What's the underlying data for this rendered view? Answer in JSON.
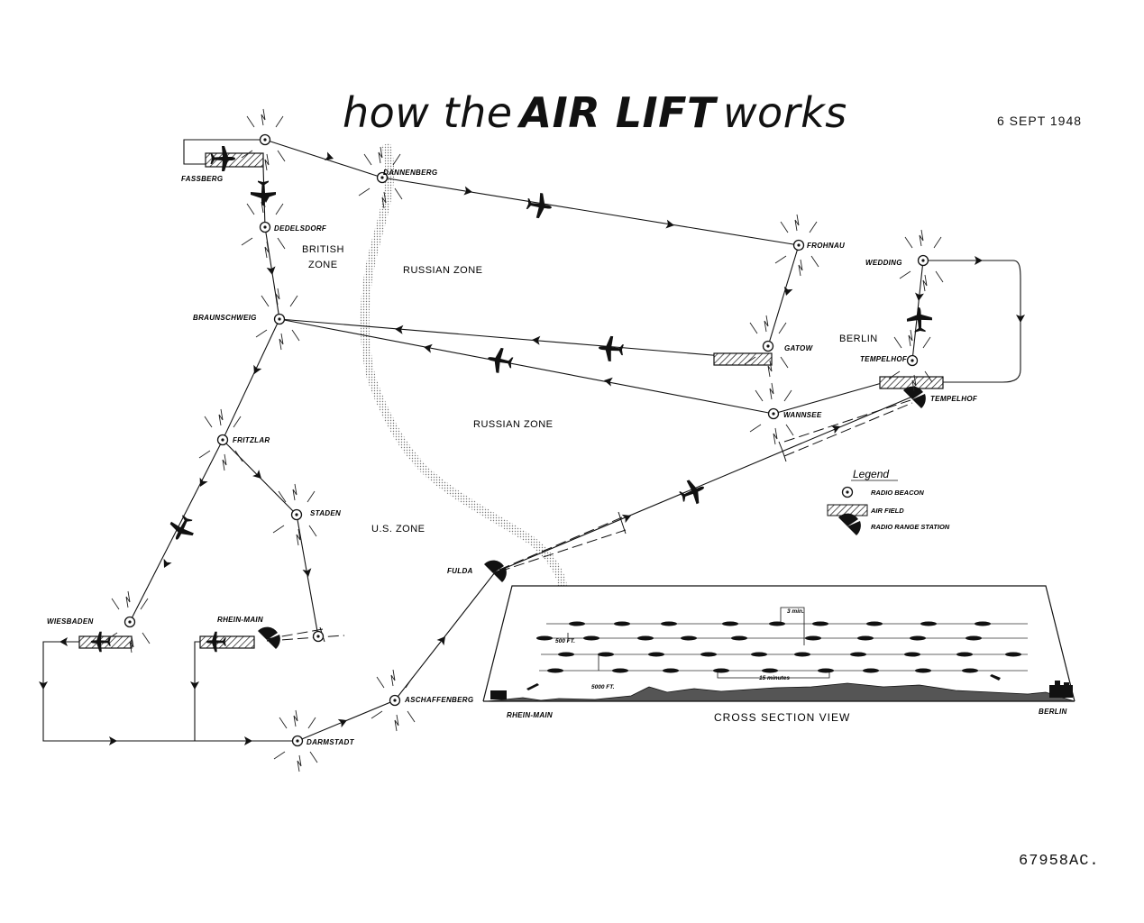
{
  "title": {
    "prefix": "how the",
    "emphasis": "AIR LIFT",
    "suffix": "works"
  },
  "date": "6 SEPT 1948",
  "reference": "67958AC.",
  "zones": {
    "british": [
      "BRITISH",
      "ZONE"
    ],
    "russian_north": "RUSSIAN ZONE",
    "russian_south": "RUSSIAN ZONE",
    "us": "U.S. ZONE",
    "berlin": "BERLIN"
  },
  "beacons": {
    "fassberg": "FASSBERG",
    "dannenberg": "DANNENBERG",
    "dedelsdorf": "DEDELSDORF",
    "braunschweig": "BRAUNSCHWEIG",
    "frohnau": "FROHNAU",
    "gatow": "GATOW",
    "wedding": "WEDDING",
    "tempelhof_beacon": "TEMPELHOF",
    "tempelhof_field": "TEMPELHOF",
    "wannsee": "WANNSEE",
    "fritzlar": "FRITZLAR",
    "staden": "STADEN",
    "fulda": "FULDA",
    "wiesbaden": "WIESBADEN",
    "rhein_main": "RHEIN-MAIN",
    "aschaffenberg": "ASCHAFFENBERG",
    "darmstadt": "DARMSTADT"
  },
  "legend": {
    "heading": "Legend",
    "items": [
      {
        "icon": "radio-beacon-icon",
        "label": "RADIO BEACON"
      },
      {
        "icon": "air-field-icon",
        "label": "AIR FIELD"
      },
      {
        "icon": "radio-range-station-icon",
        "label": "RADIO RANGE STATION"
      }
    ]
  },
  "cross_section": {
    "title": "CROSS SECTION VIEW",
    "left_label": "RHEIN-MAIN",
    "right_label": "BERLIN",
    "separation_label": "3 min.",
    "level_gap_label": "500 FT.",
    "base_altitude_label": "5000 FT.",
    "interval_label": "15 minutes"
  }
}
